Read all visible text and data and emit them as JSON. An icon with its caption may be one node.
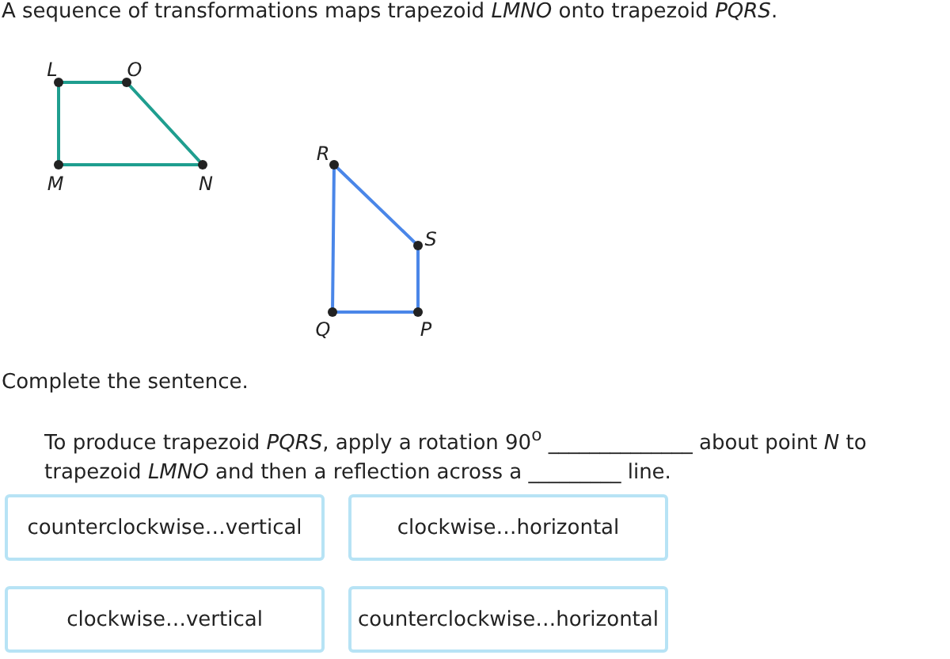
{
  "diagram": {
    "labels": [
      "A sequence of transformations maps trapezoid *LMNO* onto trapezoid *PQRS*.",
      "L",
      "O",
      "R",
      "M",
      "N",
      "S",
      "Q",
      "P",
      "Complete the sentence.",
      "To produce trapezoid *PQRS*, apply a rotation 90$^{o}$ ______________ about point *N* to trapezoid *LMNO* and then a reflection across a _________ line.",
      "counterclockwise…vertical",
      "clockwise…horizontal",
      "clockwise…vertical",
      "counterclockwise…horizontal"
    ]
  }
}
